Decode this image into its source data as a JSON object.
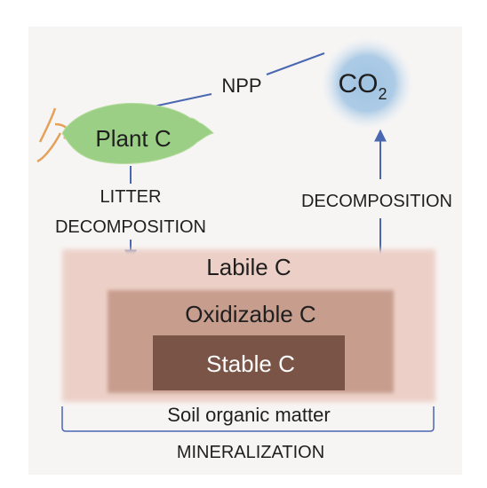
{
  "nodes": {
    "co2": {
      "label": "CO",
      "subscript": "2"
    },
    "plant": {
      "label": "Plant C"
    },
    "labile": {
      "label": "Labile C"
    },
    "oxidizable": {
      "label": "Oxidizable C"
    },
    "stable": {
      "label": "Stable C"
    },
    "soil": {
      "label": "Soil organic matter"
    }
  },
  "edges": {
    "npp": {
      "label": "NPP"
    },
    "litter": {
      "line1": "LITTER",
      "line2": "DECOMPOSITION"
    },
    "decomposition": {
      "label": "DECOMPOSITION"
    },
    "mineralization": {
      "label": "MINERALIZATION"
    }
  },
  "colors": {
    "background": "#f7f5f4",
    "arrow": "#4a67b1",
    "labile": "#ecd0c7",
    "oxidizable": "#c79d8e",
    "stable": "#7a5447",
    "leaf": "#9ccf86",
    "co2": "#9fc3e2",
    "stem": "#e3a15a",
    "bracket": "#4a67b1",
    "text": "#1f1f1f",
    "text_light": "#ffffff"
  }
}
